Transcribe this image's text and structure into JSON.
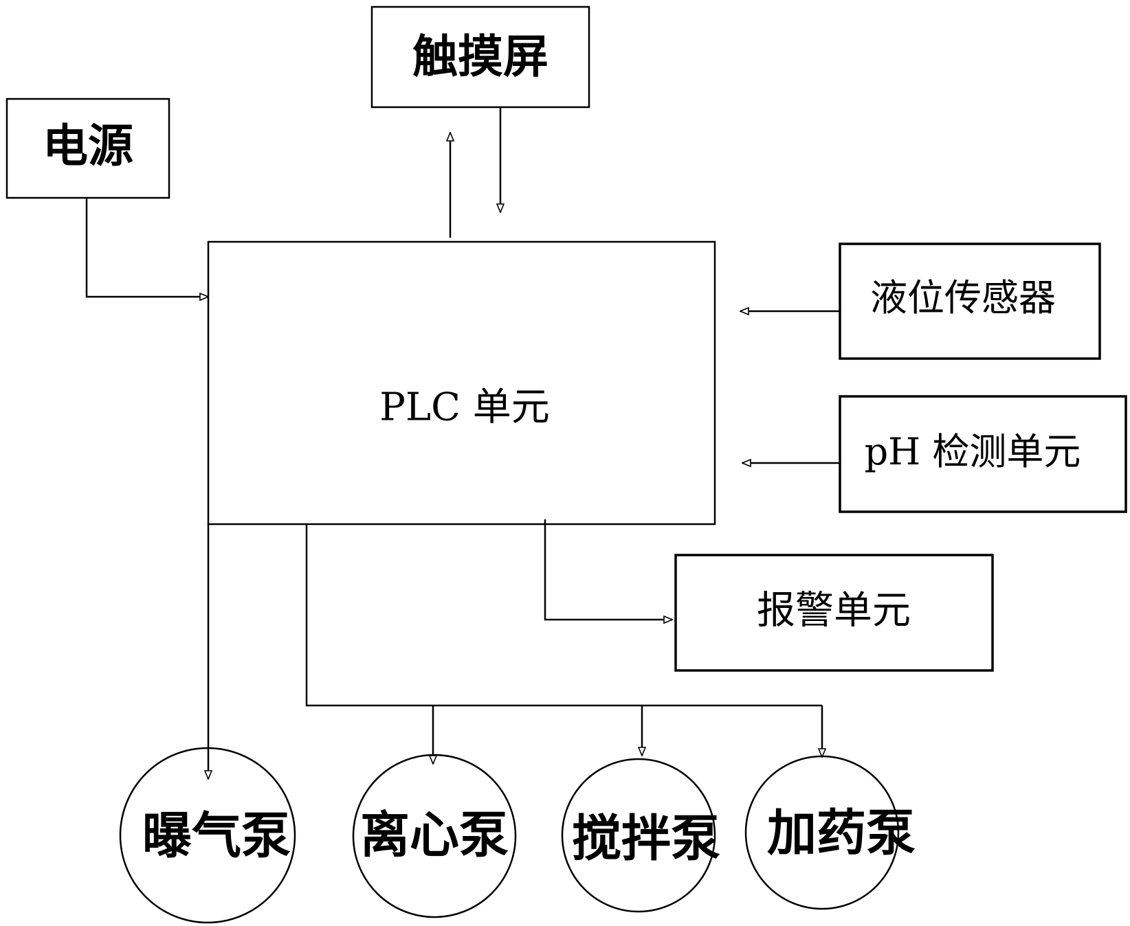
{
  "nodes": {
    "touchscreen": "触摸屏",
    "power": "电源",
    "plc": "PLC 单元",
    "level_sensor": "液位传感器",
    "ph_unit": "pH 检测单元",
    "alarm": "报警单元",
    "aeration_pump": "曝气泵",
    "centrifugal_pump": "离心泵",
    "mixing_pump": "搅拌泵",
    "dosing_pump": "加药泵"
  },
  "colors": {
    "stroke": "#000000",
    "background": "#ffffff"
  }
}
